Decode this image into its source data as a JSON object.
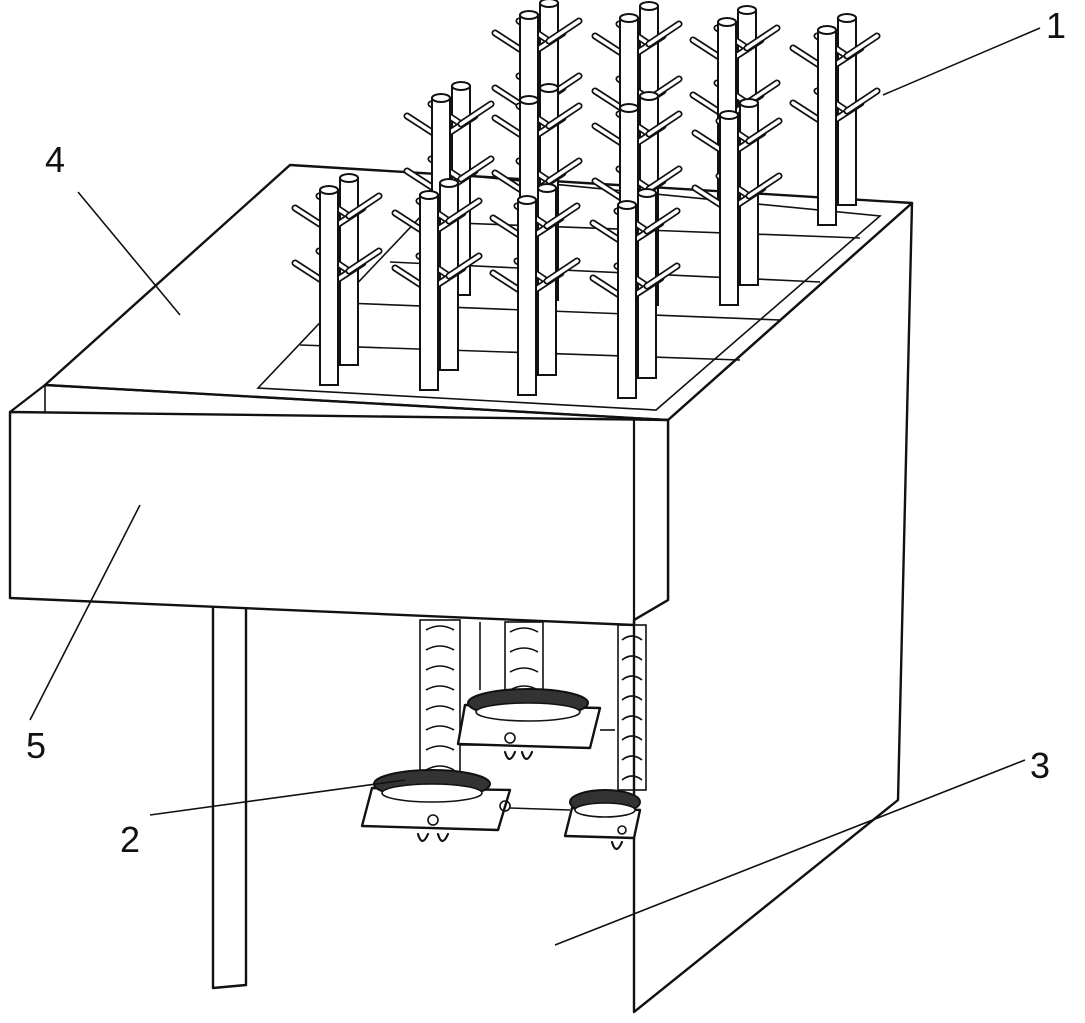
{
  "figure": {
    "description_labels": [
      "1",
      "2",
      "3",
      "4",
      "5"
    ],
    "callouts": [
      {
        "id": "1",
        "text": "1"
      },
      {
        "id": "2",
        "text": "2"
      },
      {
        "id": "3",
        "text": "3"
      },
      {
        "id": "4",
        "text": "4"
      },
      {
        "id": "5",
        "text": "5"
      }
    ]
  },
  "colors": {
    "line": "#111111",
    "background": "#ffffff",
    "shade": "#333333"
  }
}
